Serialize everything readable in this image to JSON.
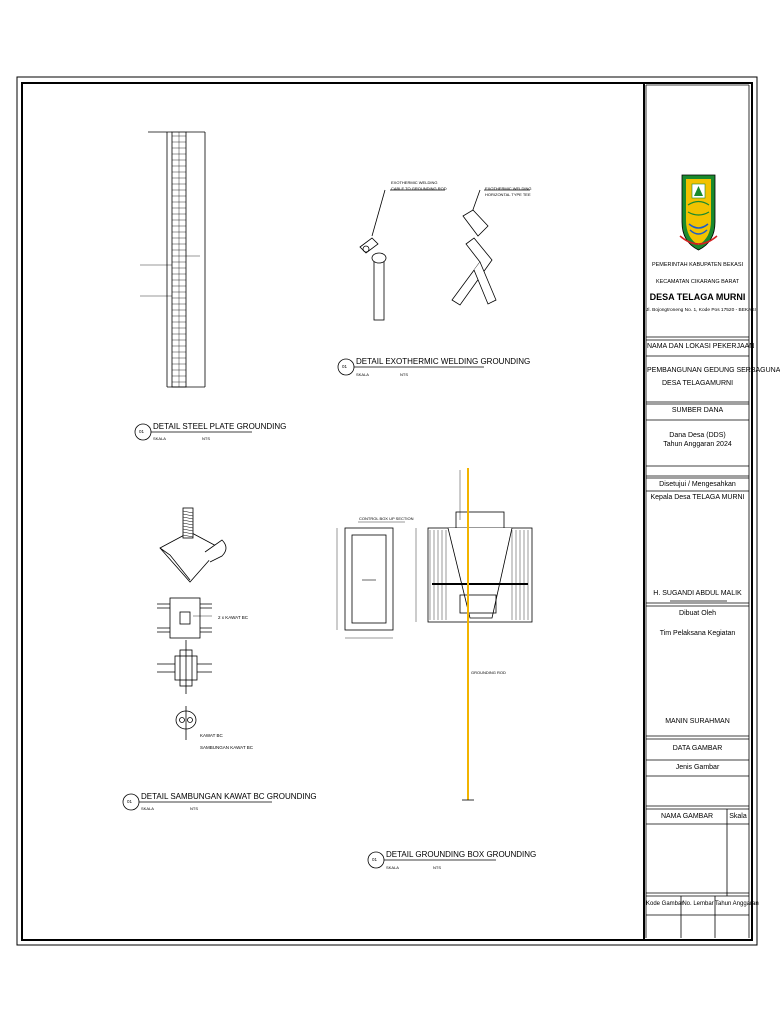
{
  "titleblock": {
    "gov_line1": "PEMERINTAH KABUPATEN BEKASI",
    "gov_line2": "KECAMATAN CIKARANG BARAT",
    "village": "DESA TELAGA MURNI",
    "address": "Jl. Bojongtroneng No. 1, Kode Pos 17520 - BEKASI",
    "project_header": "NAMA DAN LOKASI PEKERJAAN",
    "project_line1": "PEMBANGUNAN GEDUNG SERBAGUNA",
    "project_line2": "DESA TELAGAMURNI",
    "fund_header": "SUMBER DANA",
    "fund_line1": "Dana Desa (DDS)",
    "fund_line2": "Tahun Anggaran 2024",
    "approval_header": "Disetujui / Mengesahkan",
    "approval_role": "Kepala Desa TELAGA MURNI",
    "approval_name": "H. SUGANDI ABDUL MALIK",
    "made_by_header": "Dibuat Oleh",
    "made_by_team": "Tim Pelaksana Kegiatan",
    "made_by_name": "MANIN SURAHMAN",
    "data_header": "DATA GAMBAR",
    "drawing_type": "Jenis Gambar",
    "drawing_name": "NAMA GAMBAR",
    "scale": "Skala",
    "code": "Kode Gambar",
    "sheet_no": "No. Lembar",
    "year": "Tahun Anggaran"
  },
  "details": [
    {
      "num": "01",
      "title": "DETAIL STEEL PLATE GROUNDING",
      "scale_label": "SKALA",
      "scale_value": "NTS"
    },
    {
      "num": "01",
      "title": "DETAIL EXOTHERMIC WELDING GROUNDING",
      "scale_label": "SKALA",
      "scale_value": "NTS"
    },
    {
      "num": "01",
      "title": "DETAIL SAMBUNGAN KAWAT BC GROUNDING",
      "scale_label": "SKALA",
      "scale_value": "NTS"
    },
    {
      "num": "01",
      "title": "DETAIL GROUNDING BOX GROUNDING",
      "scale_label": "SKALA",
      "scale_value": "NTS"
    }
  ],
  "annotations": {
    "exo_rod": [
      "EXOTHERMIC WELDING",
      "CABLE TO GROUNDING ROD"
    ],
    "exo_tee": [
      "EXOTHERMIC WELDING",
      "HORIZONTAL TYPE TEE"
    ],
    "kawat_bc_2x": "2 x KAWAT BC",
    "kawat_bc": "KAWAT BC",
    "sambungan": "SAMBUNGAN KAWAT BC",
    "control_box": "CONTROL BOX UP SECTION",
    "grounding_rod": "GROUNDING ROD"
  }
}
